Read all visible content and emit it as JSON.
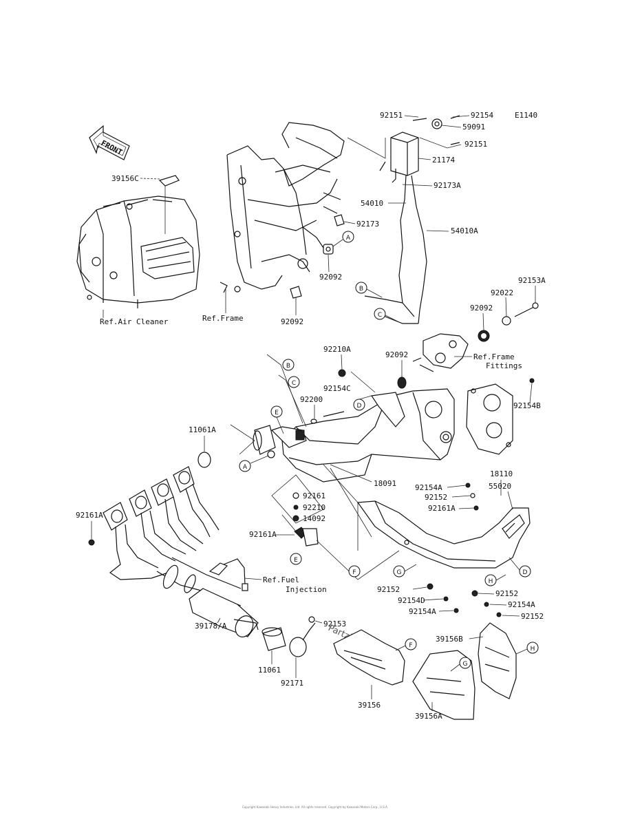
{
  "diagram": {
    "code": "E1140",
    "front_label": "FRONT",
    "watermark": "Partzilla.com",
    "copyright": "Copyright Kawasaki Heavy Industries, Ltd. All rights reserved. Copyright by Kawasaki Motors Corp., U.S.A.",
    "part_labels": [
      {
        "id": "p-92151-a",
        "text": "92151"
      },
      {
        "id": "p-92154-top",
        "text": "92154"
      },
      {
        "id": "p-59091",
        "text": "59091"
      },
      {
        "id": "p-92151-b",
        "text": "92151"
      },
      {
        "id": "p-21174",
        "text": "21174"
      },
      {
        "id": "p-92173a",
        "text": "92173A"
      },
      {
        "id": "p-54010",
        "text": "54010"
      },
      {
        "id": "p-92173",
        "text": "92173"
      },
      {
        "id": "p-54010a",
        "text": "54010A"
      },
      {
        "id": "p-39156c",
        "text": "39156C"
      },
      {
        "id": "p-92092-a",
        "text": "92092"
      },
      {
        "id": "p-92092-b",
        "text": "92092"
      },
      {
        "id": "p-92153a",
        "text": "92153A"
      },
      {
        "id": "p-92022",
        "text": "92022"
      },
      {
        "id": "p-92092-c",
        "text": "92092"
      },
      {
        "id": "p-92210a",
        "text": "92210A"
      },
      {
        "id": "p-92092-d",
        "text": "92092"
      },
      {
        "id": "p-92154c",
        "text": "92154C"
      },
      {
        "id": "p-92200",
        "text": "92200"
      },
      {
        "id": "p-92154b",
        "text": "92154B"
      },
      {
        "id": "p-11061a",
        "text": "11061A"
      },
      {
        "id": "p-18091",
        "text": "18091"
      },
      {
        "id": "p-18110",
        "text": "18110"
      },
      {
        "id": "p-92154a-r",
        "text": "92154A"
      },
      {
        "id": "p-55020",
        "text": "55020"
      },
      {
        "id": "p-92152-r",
        "text": "92152"
      },
      {
        "id": "p-92161a-r",
        "text": "92161A"
      },
      {
        "id": "p-92154a-m",
        "text": "92154A"
      },
      {
        "id": "p-92152-m",
        "text": "92152"
      },
      {
        "id": "p-92161-m",
        "text": "92161"
      },
      {
        "id": "p-92210",
        "text": "92210"
      },
      {
        "id": "p-14092",
        "text": "14092"
      },
      {
        "id": "p-92161a-b1",
        "text": "92161A"
      },
      {
        "id": "p-92161a-b2",
        "text": "92161A"
      },
      {
        "id": "p-92152-b1",
        "text": "92152"
      },
      {
        "id": "p-92152-b2",
        "text": "92152"
      },
      {
        "id": "p-92154d",
        "text": "92154D"
      },
      {
        "id": "p-92154a-b",
        "text": "92154A"
      },
      {
        "id": "p-39178",
        "text": "39178/A"
      },
      {
        "id": "p-92153",
        "text": "92153"
      },
      {
        "id": "p-39156b",
        "text": "39156B"
      },
      {
        "id": "p-11061",
        "text": "11061"
      },
      {
        "id": "p-92171",
        "text": "92171"
      },
      {
        "id": "p-39156",
        "text": "39156"
      },
      {
        "id": "p-39156a",
        "text": "39156A"
      }
    ],
    "ref_labels": [
      {
        "id": "r-air",
        "text": "Ref.Air Cleaner"
      },
      {
        "id": "r-frame",
        "text": "Ref.Frame"
      },
      {
        "id": "r-frame-fit-1",
        "text": "Ref.Frame"
      },
      {
        "id": "r-frame-fit-2",
        "text": "Fittings"
      },
      {
        "id": "r-fuel-1",
        "text": "Ref.Fuel"
      },
      {
        "id": "r-fuel-2",
        "text": "Injection"
      }
    ],
    "callouts": [
      {
        "id": "c-a1",
        "text": "A"
      },
      {
        "id": "c-b1",
        "text": "B"
      },
      {
        "id": "c-c1",
        "text": "C"
      },
      {
        "id": "c-b2",
        "text": "B"
      },
      {
        "id": "c-c2",
        "text": "C"
      },
      {
        "id": "c-d1",
        "text": "D"
      },
      {
        "id": "c-e1",
        "text": "E"
      },
      {
        "id": "c-a2",
        "text": "A"
      },
      {
        "id": "c-e2",
        "text": "E"
      },
      {
        "id": "c-f1",
        "text": "F"
      },
      {
        "id": "c-g1",
        "text": "G"
      },
      {
        "id": "c-h1",
        "text": "H"
      },
      {
        "id": "c-d2",
        "text": "D"
      },
      {
        "id": "c-f2",
        "text": "F"
      },
      {
        "id": "c-g2",
        "text": "G"
      },
      {
        "id": "c-h2",
        "text": "H"
      }
    ]
  }
}
